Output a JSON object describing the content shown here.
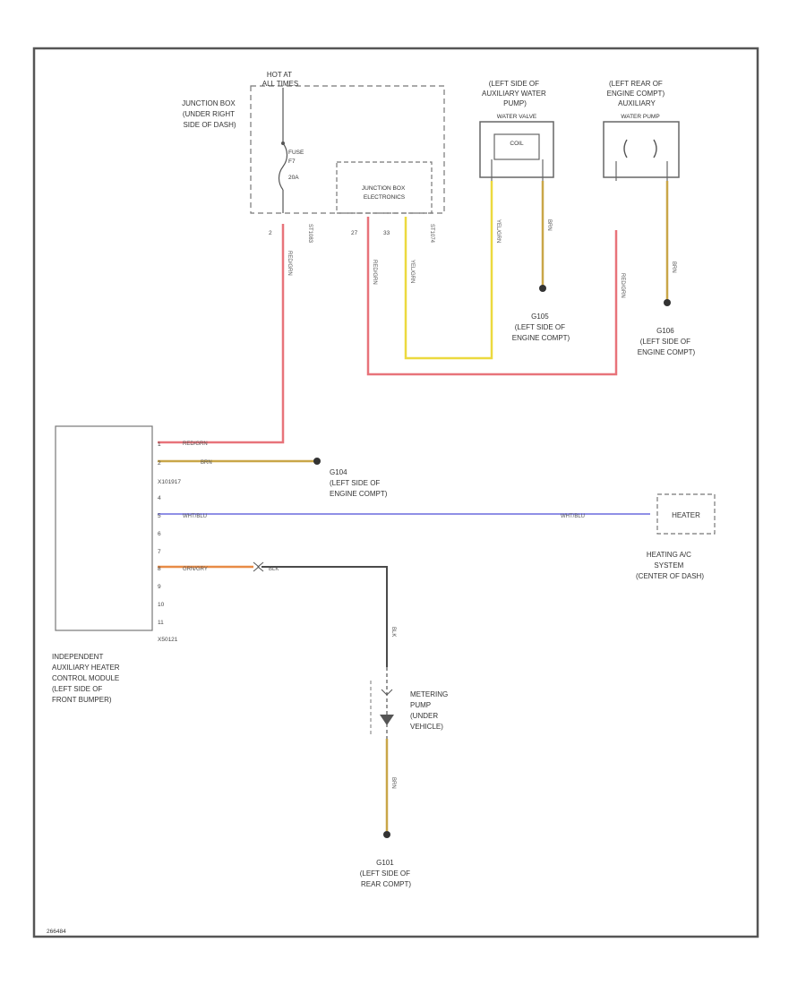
{
  "colors": {
    "red": "#e8737a",
    "yellow": "#ecd93f",
    "tan": "#c9a648",
    "blue": "#8f8fe6",
    "orange": "#e88b46",
    "black": "#4a4a4a",
    "frame": "#555555"
  },
  "hot_at": [
    "HOT AT",
    "ALL TIMES"
  ],
  "junction_box": [
    "JUNCTION BOX",
    "(UNDER RIGHT",
    "SIDE OF DASH)"
  ],
  "fuse": [
    "FUSE",
    "F7",
    "20A"
  ],
  "jb_electronics": [
    "JUNCTION BOX",
    "ELECTRONICS"
  ],
  "jb_pins": {
    "p2": "2",
    "c1": "ST1083",
    "p27": "27",
    "p33": "33",
    "c2": "ST1074"
  },
  "water_valve": [
    "(LEFT SIDE OF",
    "AUXILIARY WATER",
    "PUMP)"
  ],
  "water_valve_name": "WATER VALVE",
  "water_valve_inner": "COIL",
  "aux_pump": [
    "(LEFT REAR OF",
    "ENGINE COMPT)",
    "AUXILIARY"
  ],
  "aux_pump_name": "WATER PUMP",
  "g104": [
    "G104",
    "(LEFT SIDE OF",
    "ENGINE COMPT)"
  ],
  "g105": [
    "G105",
    "(LEFT SIDE OF",
    "ENGINE COMPT)"
  ],
  "g106": [
    "G106",
    "(LEFT SIDE OF",
    "ENGINE COMPT)"
  ],
  "g101": [
    "G101",
    "(LEFT SIDE OF",
    "REAR COMPT)"
  ],
  "wires": {
    "red_ctrl": "RED/GRN",
    "tan_ctrl": "BRN",
    "yellow": "YEL/GRN",
    "blue": "WHT/BLU",
    "orange": "GRN/GRY",
    "black": "BLK"
  },
  "module": [
    "INDEPENDENT",
    "AUXILIARY HEATER",
    "CONTROL MODULE",
    "(LEFT SIDE OF",
    "FRONT BUMPER)"
  ],
  "module_pins": [
    "1",
    "2",
    "X101917",
    "4",
    "5",
    "6",
    "7",
    "8",
    "9",
    "10",
    "11",
    "X50121"
  ],
  "heater_box": "HEATER",
  "heater_label": [
    "HEATING A/C",
    "SYSTEM",
    "(CENTER OF DASH)"
  ],
  "metering_pump": [
    "METERING",
    "PUMP",
    "(UNDER",
    "VEHICLE)"
  ],
  "footer": "266484"
}
